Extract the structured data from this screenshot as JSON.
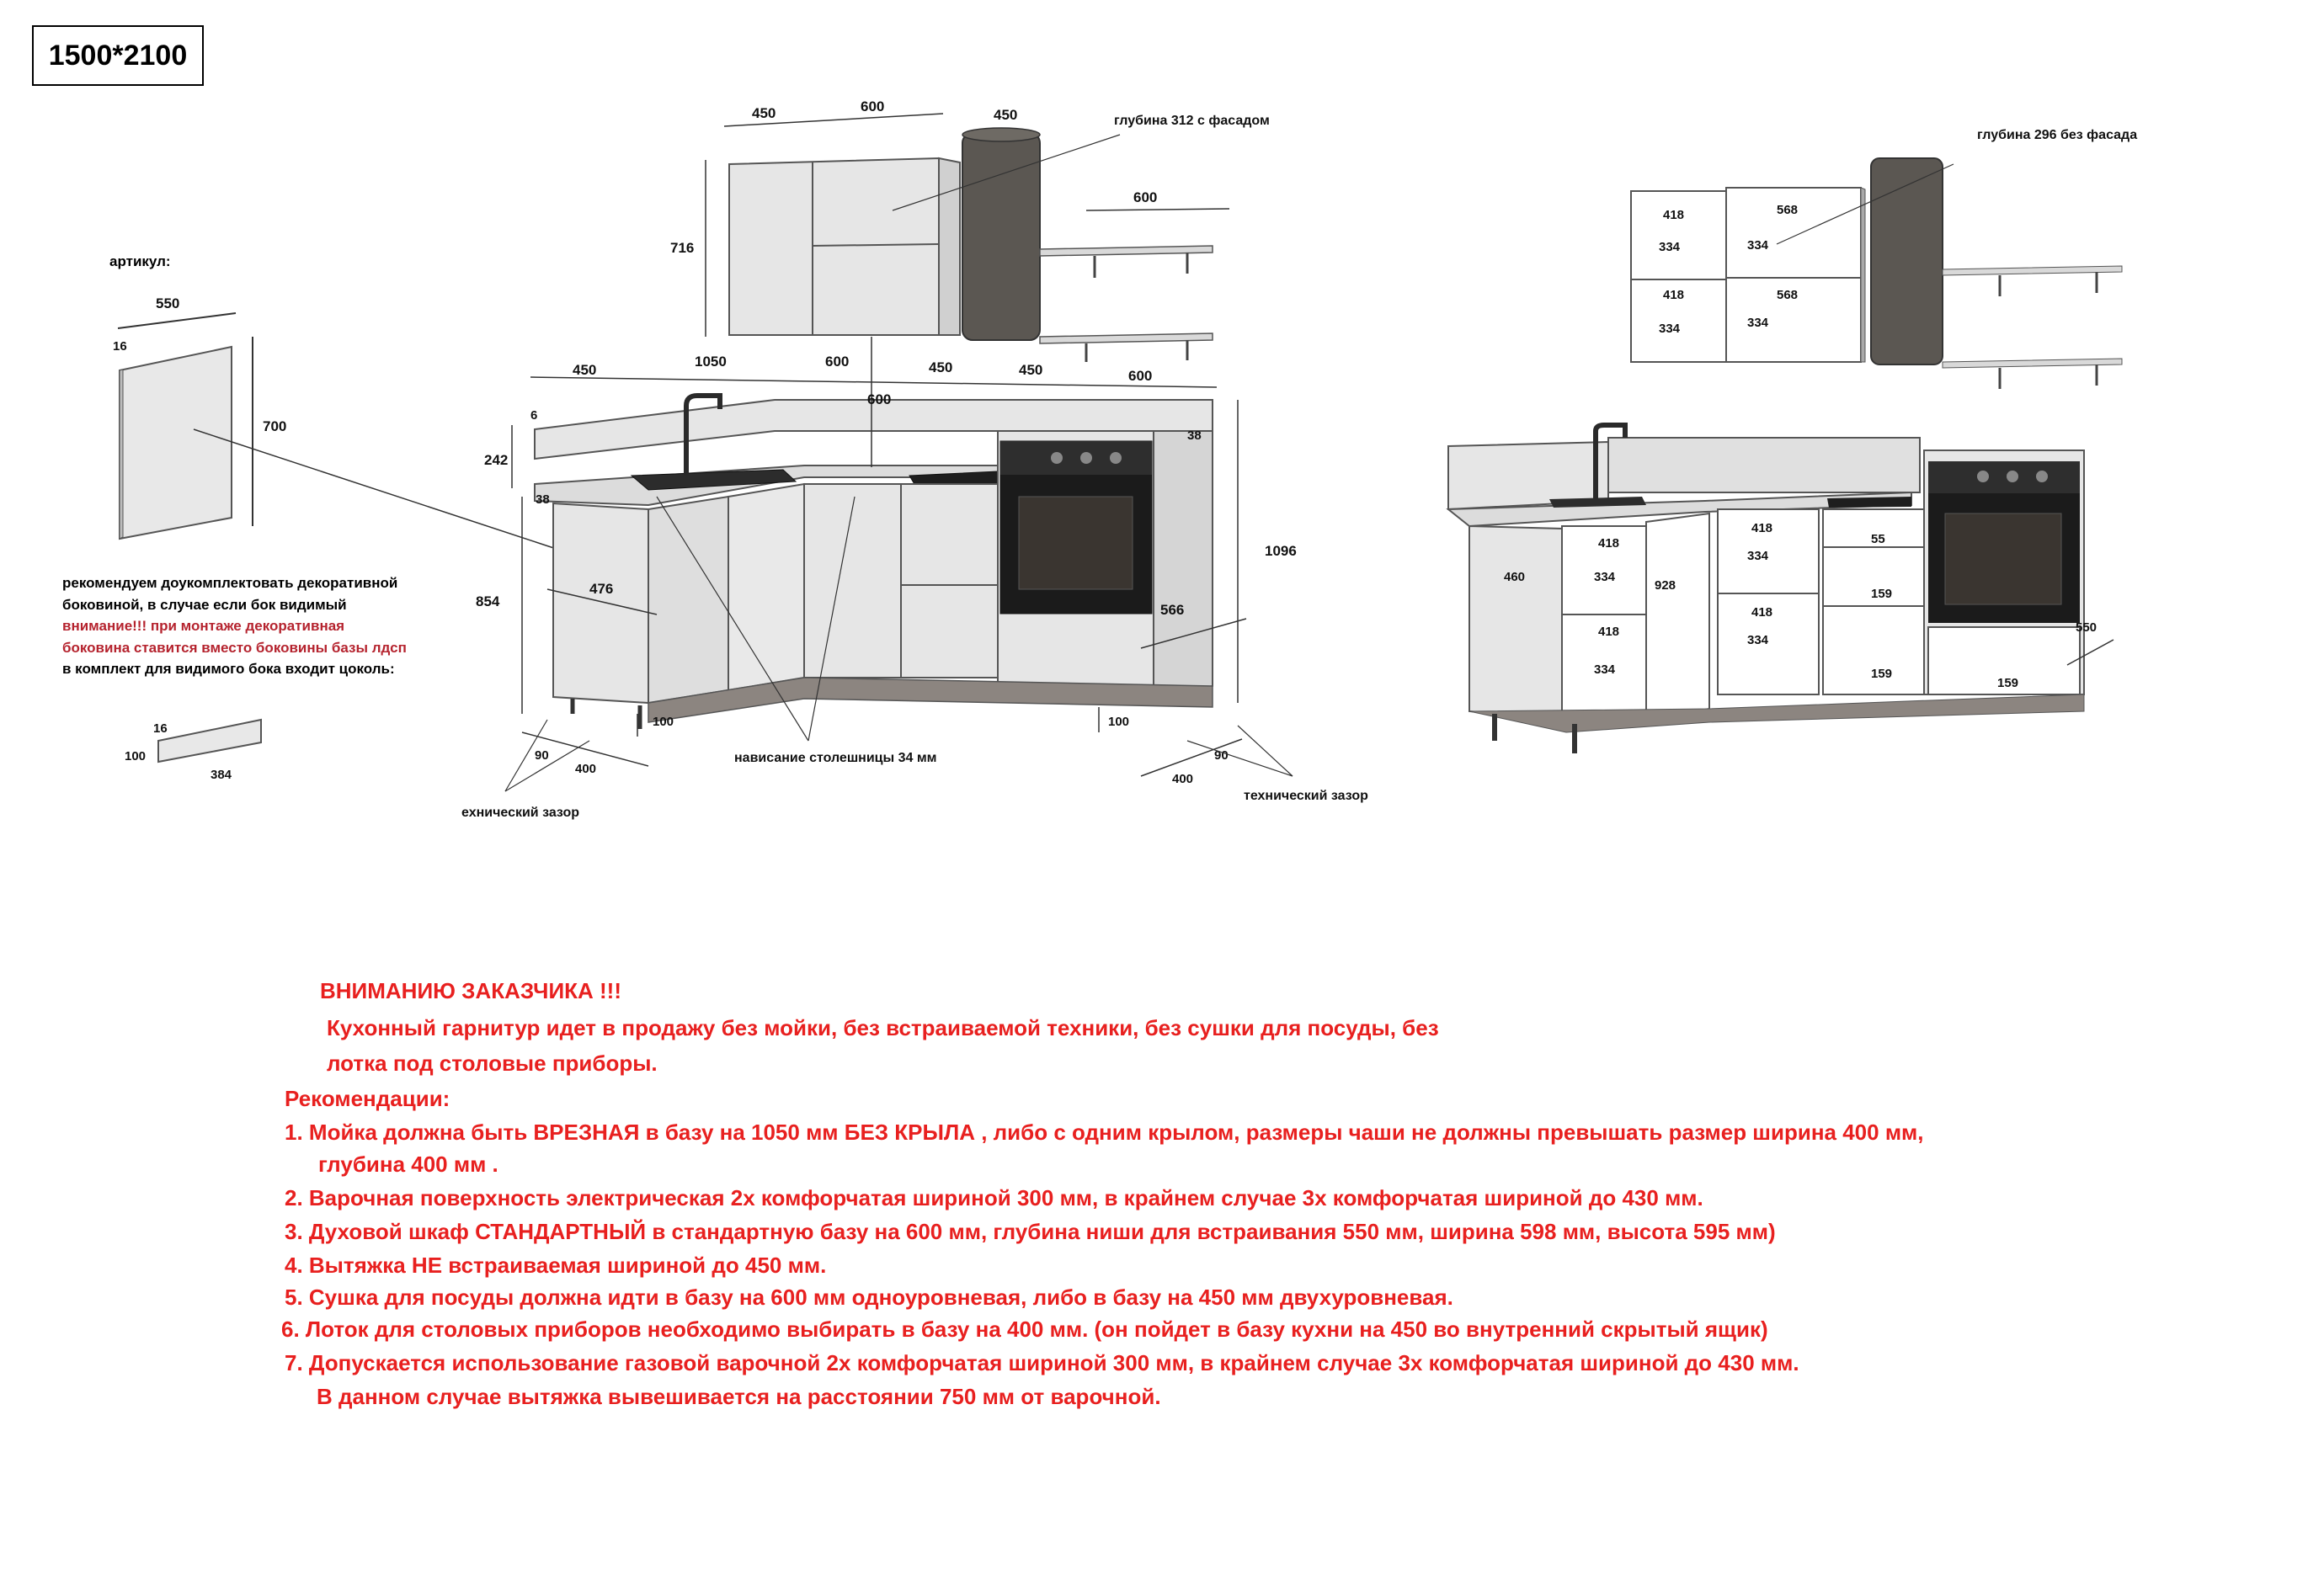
{
  "header": {
    "size": "1500*2100"
  },
  "side_panel": {
    "article_label": "артикул:",
    "dims": {
      "width": "550",
      "thickness": "16",
      "height": "700"
    },
    "note_line1": "рекомендуем доукомплектовать декоративной",
    "note_line2": "боковиной, в случае если бок видимый",
    "note_red1": "внимание!!! при монтаже декоративная",
    "note_red2": "боковина ставится вместо боковины базы лдсп",
    "note_line3": "в комплект для видимого бока входит цоколь:",
    "plinth": {
      "thickness": "16",
      "height": "100",
      "length": "384"
    }
  },
  "front_view": {
    "top": {
      "w1": "450",
      "w2": "600",
      "w3": "450",
      "depth_label": "глубина 312 с фасадом",
      "height": "716",
      "shelf": "600"
    },
    "widths": {
      "a": "450",
      "b": "1050",
      "c": "600",
      "d": "450",
      "e": "450",
      "f": "600"
    },
    "gap_600": "600",
    "small": {
      "t6": "6",
      "t38a": "38",
      "t38b": "38",
      "h242": "242",
      "h854": "854",
      "h1096": "1096",
      "d476": "476",
      "d566": "566"
    },
    "bottom": {
      "h100a": "100",
      "h100b": "100",
      "z90a": "90",
      "z400a": "400",
      "z400b": "400",
      "z90b": "90"
    },
    "labels": {
      "overhang": "нависание столешницы 34 мм",
      "gap_left": "ехнический зазор",
      "gap_right": "технический зазор"
    }
  },
  "inner_view": {
    "depth_label": "глубина 296 без фасада",
    "top_cells": [
      "418",
      "334",
      "418",
      "334",
      "568",
      "334",
      "568",
      "334"
    ],
    "base": {
      "d460": "460",
      "c418a": "418",
      "c334a": "334",
      "c418b": "418",
      "c334b": "334",
      "w928": "928",
      "c418c": "418",
      "c334c": "334",
      "c418d": "418",
      "c334d": "334",
      "c55": "55",
      "c159a": "159",
      "c159b": "159",
      "c159c": "159",
      "d550": "550"
    }
  },
  "notice": {
    "title": "ВНИМАНИЮ ЗАКАЗЧИКА !!!",
    "intro1": "Кухонный гарнитур идет в продажу без мойки, без встраиваемой техники, без сушки для посуды, без",
    "intro2": "лотка под столовые приборы.",
    "rec_title": "Рекомендации:",
    "item1a": "1.  Мойка должна быть ВРЕЗНАЯ в базу на 1050 мм БЕЗ КРЫЛА , либо с одним крылом, размеры чаши  не должны превышать размер ширина  400  мм,",
    "item1b": "глубина  400 мм .",
    "item2": "2.  Варочная поверхность электрическая 2х комфорчатая  шириной 300 мм,  в крайнем случае 3х комфорчатая шириной до  430 мм.",
    "item3": "3.  Духовой шкаф СТАНДАРТНЫЙ в стандартную базу на 600 мм, глубина ниши для встраивания 550 мм, ширина 598 мм, высота 595 мм)",
    "item4": "4.  Вытяжка НЕ встраиваемая шириной до 450 мм.",
    "item5": "5.  Сушка для посуды должна идти в базу на 600 мм  одноуровневая, либо в базу на 450 мм двухуровневая.",
    "item6": "6.  Лоток для столовых приборов необходимо выбирать в базу на 400 мм. (он пойдет в базу кухни на 450 во внутренний скрытый ящик)",
    "item7a": "7.  Допускается  использование газовой варочной 2х комфорчатая  шириной 300 мм,  в крайнем случае 3х комфорчатая шириной до  430 мм.",
    "item7b": "В данном случае  вытяжка вывешивается на расстоянии 750 мм от варочной."
  }
}
